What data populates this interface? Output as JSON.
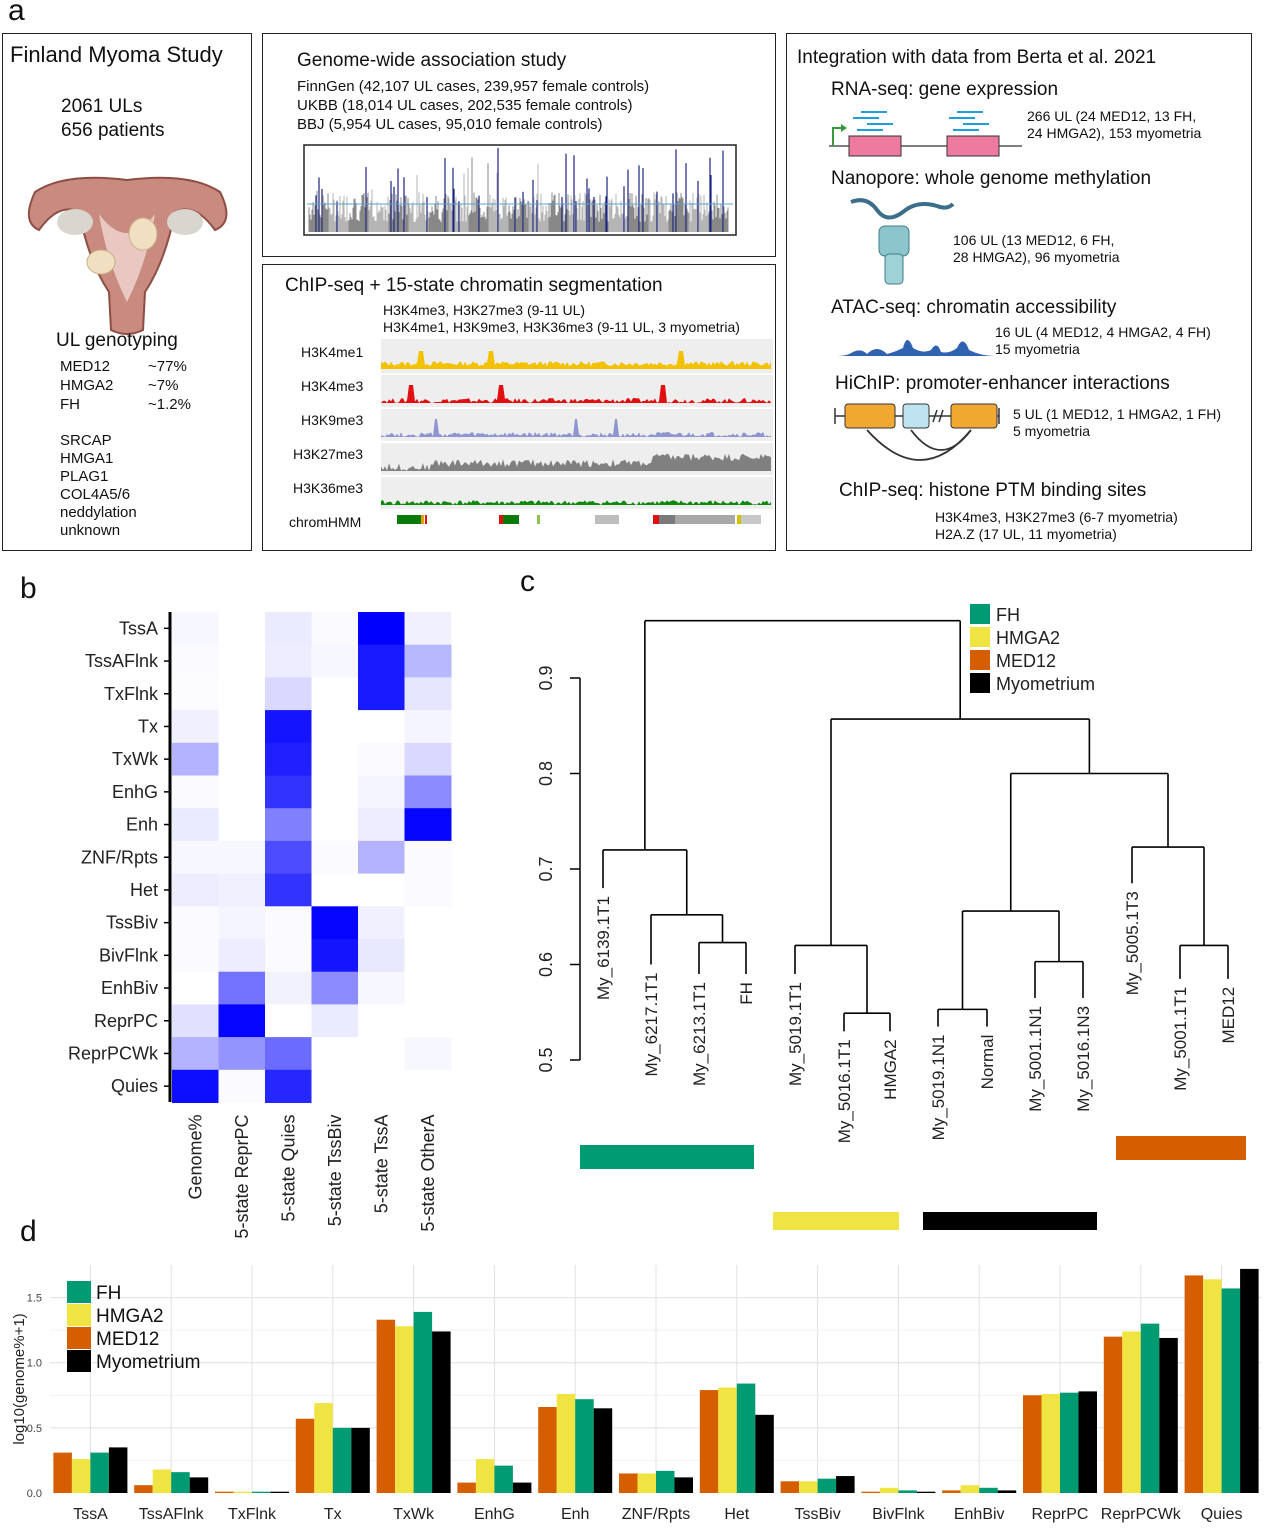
{
  "panel_labels": {
    "a": "a",
    "b": "b",
    "c": "c",
    "d": "d"
  },
  "finland": {
    "title": "Finland Myoma Study",
    "line1": "2061 ULs",
    "line2": "656 patients",
    "genotyping_title": "UL genotyping",
    "genes": [
      {
        "name": "MED12",
        "pct": "~77%"
      },
      {
        "name": "HMGA2",
        "pct": "~7%"
      },
      {
        "name": "FH",
        "pct": "~1.2%"
      }
    ],
    "others": [
      "SRCAP",
      "HMGA1",
      "PLAG1",
      "COL4A5/6",
      "neddylation",
      "unknown"
    ]
  },
  "gwas": {
    "title": "Genome-wide association study",
    "lines": [
      "FinnGen (42,107 UL cases, 239,957 female controls)",
      "UKBB (18,014 UL cases, 202,535 female controls)",
      "BBJ (5,954 UL cases, 95,010 female controls)"
    ]
  },
  "chip": {
    "title": "ChIP-seq + 15-state chromatin segmentation",
    "sub1": "H3K4me3, H3K27me3 (9-11 UL)",
    "sub2": "H3K4me1, H3K9me3, H3K36me3 (9-11 UL, 3 myometria)",
    "tracks": [
      {
        "name": "H3K4me1",
        "color": "#f2c200"
      },
      {
        "name": "H3K4me3",
        "color": "#e01010"
      },
      {
        "name": "H3K9me3",
        "color": "#8f96cf"
      },
      {
        "name": "H3K27me3",
        "color": "#808080"
      },
      {
        "name": "H3K36me3",
        "color": "#0a8a0a"
      },
      {
        "name": "chromHMM",
        "color": "#0a7a0a"
      }
    ]
  },
  "integration": {
    "title": "Integration with data from Berta et al. 2021",
    "rna_title": "RNA-seq: gene expression",
    "rna_l1": "266 UL (24 MED12, 13 FH,",
    "rna_l2": "24 HMGA2), 153 myometria",
    "nano_title": "Nanopore: whole genome methylation",
    "nano_l1": "106 UL (13 MED12, 6 FH,",
    "nano_l2": "28 HMGA2), 96 myometria",
    "atac_title": "ATAC-seq: chromatin accessibility",
    "atac_l1": "16 UL (4 MED12, 4 HMGA2, 4 FH)",
    "atac_l2": "15 myometria",
    "hichip_title": "HiChIP: promoter-enhancer interactions",
    "hichip_l1": "5 UL (1 MED12, 1 HMGA2, 1 FH)",
    "hichip_l2": "5 myometria",
    "chipptm_title": "ChIP-seq: histone PTM binding sites",
    "chipptm_l1": "H3K4me3, H3K27me3 (6-7 myometria)",
    "chipptm_l2": "H2A.Z (17 UL, 11 myometria)"
  },
  "colors": {
    "FH": "#009a73",
    "HMGA2": "#f0e442",
    "MED12": "#d55e00",
    "Myometrium": "#000000",
    "heat_max": "#0000ff"
  },
  "chart_data": [
    {
      "type": "heatmap",
      "rows": [
        "TssA",
        "TssAFlnk",
        "TxFlnk",
        "Tx",
        "TxWk",
        "EnhG",
        "Enh",
        "ZNF/Rpts",
        "Het",
        "TssBiv",
        "BivFlnk",
        "EnhBiv",
        "ReprPC",
        "ReprPCWk",
        "Quies"
      ],
      "columns": [
        "Genome%",
        "5-state ReprPC",
        "5-state Quies",
        "5-state TssBiv",
        "5-state TssA",
        "5-state OtherA"
      ],
      "values": [
        [
          0.03,
          0.0,
          0.08,
          0.02,
          1.0,
          0.06
        ],
        [
          0.02,
          0.0,
          0.07,
          0.03,
          0.9,
          0.28
        ],
        [
          0.01,
          0.0,
          0.15,
          0.0,
          0.9,
          0.1
        ],
        [
          0.06,
          0.0,
          0.92,
          0.0,
          0.0,
          0.04
        ],
        [
          0.3,
          0.0,
          0.88,
          0.0,
          0.02,
          0.15
        ],
        [
          0.02,
          0.0,
          0.8,
          0.0,
          0.04,
          0.45
        ],
        [
          0.08,
          0.0,
          0.5,
          0.0,
          0.07,
          0.98
        ],
        [
          0.03,
          0.03,
          0.7,
          0.02,
          0.3,
          0.02
        ],
        [
          0.07,
          0.06,
          0.8,
          0.0,
          0.0,
          0.02
        ],
        [
          0.02,
          0.04,
          0.02,
          0.98,
          0.06,
          0.0
        ],
        [
          0.02,
          0.07,
          0.02,
          0.92,
          0.09,
          0.0
        ],
        [
          0.0,
          0.55,
          0.05,
          0.45,
          0.03,
          0.0
        ],
        [
          0.12,
          0.98,
          0.0,
          0.08,
          0.0,
          0.0
        ],
        [
          0.3,
          0.42,
          0.58,
          0.0,
          0.0,
          0.03
        ],
        [
          0.95,
          0.02,
          0.85,
          0.0,
          0.0,
          0.0
        ]
      ]
    },
    {
      "type": "dendrogram",
      "ylim": [
        0.5,
        0.96
      ],
      "yticks": [
        0.5,
        0.6,
        0.7,
        0.8,
        0.9
      ],
      "leaves": [
        "My_6139.1T1",
        "My_6217.1T1",
        "My_6213.1T1",
        "FH",
        "My_5019.1T1",
        "My_5016.1T1",
        "HMGA2",
        "My_5019.1N1",
        "Normal",
        "My_5001.1N1",
        "My_5016.1N3",
        "My_5005.1T3",
        "My_5001.1T1",
        "MED12"
      ],
      "legend": [
        {
          "label": "FH",
          "color": "#009a73"
        },
        {
          "label": "HMGA2",
          "color": "#f0e442"
        },
        {
          "label": "MED12",
          "color": "#d55e00"
        },
        {
          "label": "Myometrium",
          "color": "#000000"
        }
      ]
    },
    {
      "type": "bar",
      "ylabel": "log10(genome%+1)",
      "ylim": [
        0,
        1.75
      ],
      "yticks": [
        0.0,
        0.5,
        1.0,
        1.5
      ],
      "categories": [
        "TssA",
        "TssAFlnk",
        "TxFlnk",
        "Tx",
        "TxWk",
        "EnhG",
        "Enh",
        "ZNF/Rpts",
        "Het",
        "TssBiv",
        "BivFlnk",
        "EnhBiv",
        "ReprPC",
        "ReprPCWk",
        "Quies"
      ],
      "series": [
        {
          "name": "MED12",
          "color": "#d55e00",
          "values": [
            0.31,
            0.06,
            0.01,
            0.57,
            1.33,
            0.08,
            0.66,
            0.15,
            0.79,
            0.09,
            0.01,
            0.02,
            0.75,
            1.2,
            1.67
          ]
        },
        {
          "name": "HMGA2",
          "color": "#f0e442",
          "values": [
            0.26,
            0.18,
            0.01,
            0.69,
            1.28,
            0.26,
            0.76,
            0.15,
            0.81,
            0.09,
            0.04,
            0.06,
            0.76,
            1.24,
            1.64
          ]
        },
        {
          "name": "FH",
          "color": "#009a73",
          "values": [
            0.31,
            0.16,
            0.01,
            0.5,
            1.39,
            0.21,
            0.72,
            0.17,
            0.84,
            0.11,
            0.02,
            0.04,
            0.77,
            1.3,
            1.57
          ]
        },
        {
          "name": "Myometrium",
          "color": "#000000",
          "values": [
            0.35,
            0.12,
            0.01,
            0.5,
            1.24,
            0.08,
            0.65,
            0.12,
            0.6,
            0.13,
            0.01,
            0.02,
            0.78,
            1.19,
            1.72
          ]
        }
      ],
      "legend": [
        "FH",
        "HMGA2",
        "MED12",
        "Myometrium"
      ]
    }
  ]
}
